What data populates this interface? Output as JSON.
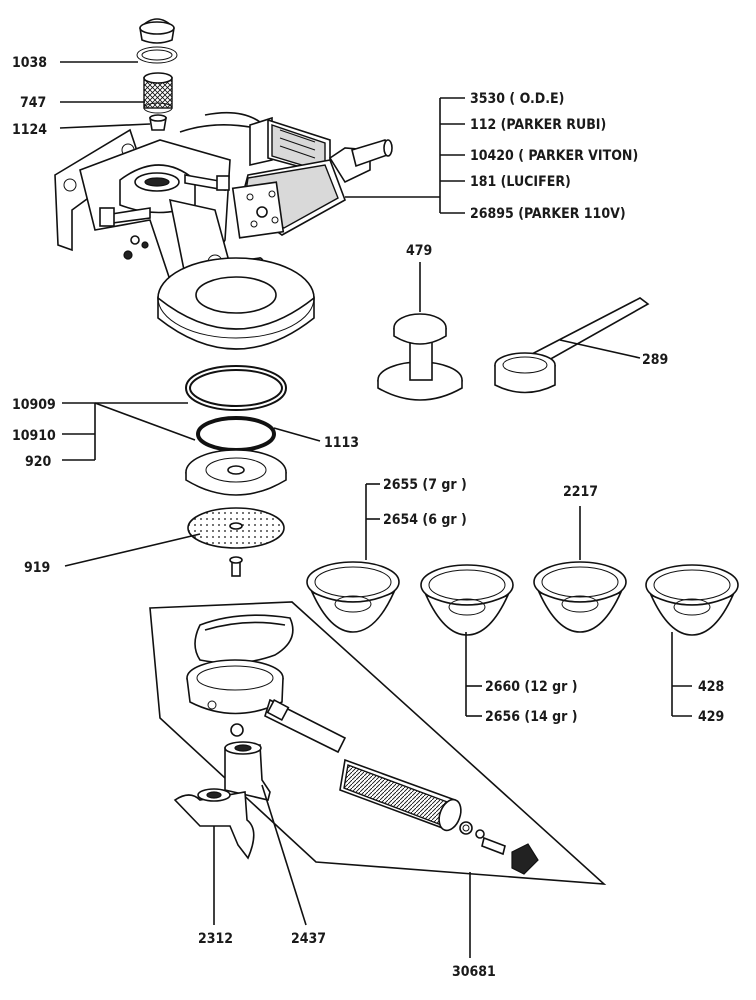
{
  "labels": {
    "p1038": "1038",
    "p747": "747",
    "p1124": "1124",
    "p3530": "3530 ( O.D.E)",
    "p112": "112 (PARKER RUBI)",
    "p10420": "10420 ( PARKER VITON)",
    "p181": "181 (LUCIFER)",
    "p26895": "26895 (PARKER 110V)",
    "p479": "479",
    "p289": "289",
    "p10909": "10909",
    "p10910": "10910",
    "p920": "920",
    "p1113": "1113",
    "p919": "919",
    "p2655": "2655 (7 gr )",
    "p2654": "2654 (6 gr )",
    "p2217": "2217",
    "p2660": "2660 (12 gr )",
    "p2656": "2656 (14 gr )",
    "p428": "428",
    "p429": "429",
    "p2312": "2312",
    "p2437": "2437",
    "p30681": "30681"
  }
}
